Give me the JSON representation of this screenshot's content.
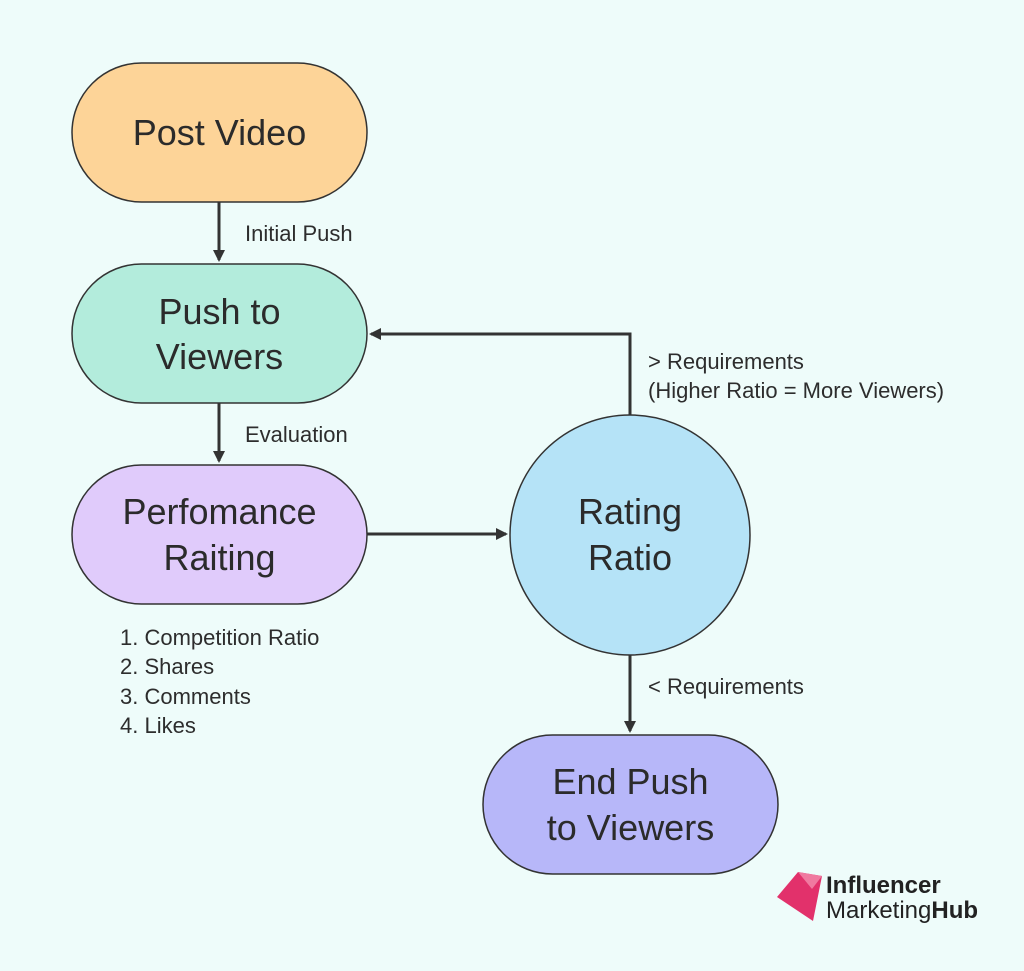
{
  "nodes": {
    "post_video": {
      "line1": "Post Video",
      "fill": "#fdd498"
    },
    "push_to_viewers": {
      "line1": "Push to",
      "line2": "Viewers",
      "fill": "#b3ecdc"
    },
    "performance_rating": {
      "line1": "Perfomance",
      "line2": "Raiting",
      "fill": "#e0cbfb"
    },
    "rating_ratio": {
      "line1": "Rating",
      "line2": "Ratio",
      "fill": "#b5e3f7"
    },
    "end_push": {
      "line1": "End Push",
      "line2": "to Viewers",
      "fill": "#b7b7f9"
    }
  },
  "edges": {
    "initial_push": "Initial Push",
    "evaluation": "Evaluation",
    "greater_requirements": "> Requirements",
    "greater_requirements_note": "(Higher Ratio = More Viewers)",
    "less_requirements": "< Requirements"
  },
  "criteria": [
    "1. Competition Ratio",
    "2. Shares",
    "3. Comments",
    "4. Likes"
  ],
  "logo": {
    "line1": "Influencer",
    "line2_part1": "Marketing",
    "line2_part2": "Hub",
    "colors": {
      "primary": "#e2316b",
      "secondary": "#f07aa0"
    }
  },
  "colors": {
    "background": "#eefcfa",
    "stroke": "#333333",
    "arrow": "#333333"
  }
}
